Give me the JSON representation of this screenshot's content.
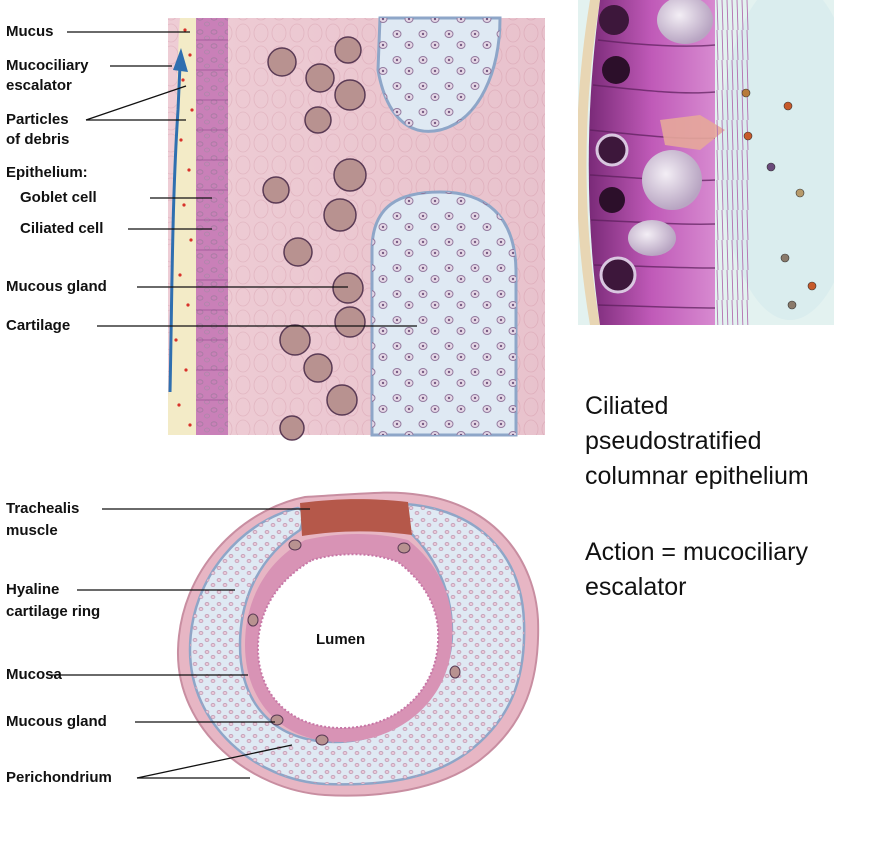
{
  "section_view": {
    "labels": {
      "mucus": "Mucus",
      "escalator_1": "Mucociliary",
      "escalator_2": "escalator",
      "debris_1": "Particles",
      "debris_2": "of debris",
      "epithelium": "Epithelium:",
      "goblet": "Goblet cell",
      "ciliated": "Ciliated cell",
      "gland": "Mucous gland",
      "cartilage": "Cartilage"
    }
  },
  "cross_section": {
    "labels": {
      "trachealis_1": "Trachealis",
      "trachealis_2": "muscle",
      "hyaline_1": "Hyaline",
      "hyaline_2": "cartilage ring",
      "mucosa": "Mucosa",
      "gland": "Mucous gland",
      "perichondrium": "Perichondrium",
      "lumen": "Lumen"
    }
  },
  "caption": {
    "line1": "Ciliated",
    "line2": "pseudostratified",
    "line3": "columnar epithelium",
    "action1": "Action = mucociliary",
    "action2": "escalator"
  },
  "colors": {
    "tissue": "#ecc4cc",
    "cartilage": "#dfe9f3",
    "cartilage_edge": "#8ea6c8",
    "epithelium": "#c980b8",
    "mucus": "#f3ebc7",
    "muscle": "#b5584a",
    "arrow": "#2f6fb0"
  }
}
